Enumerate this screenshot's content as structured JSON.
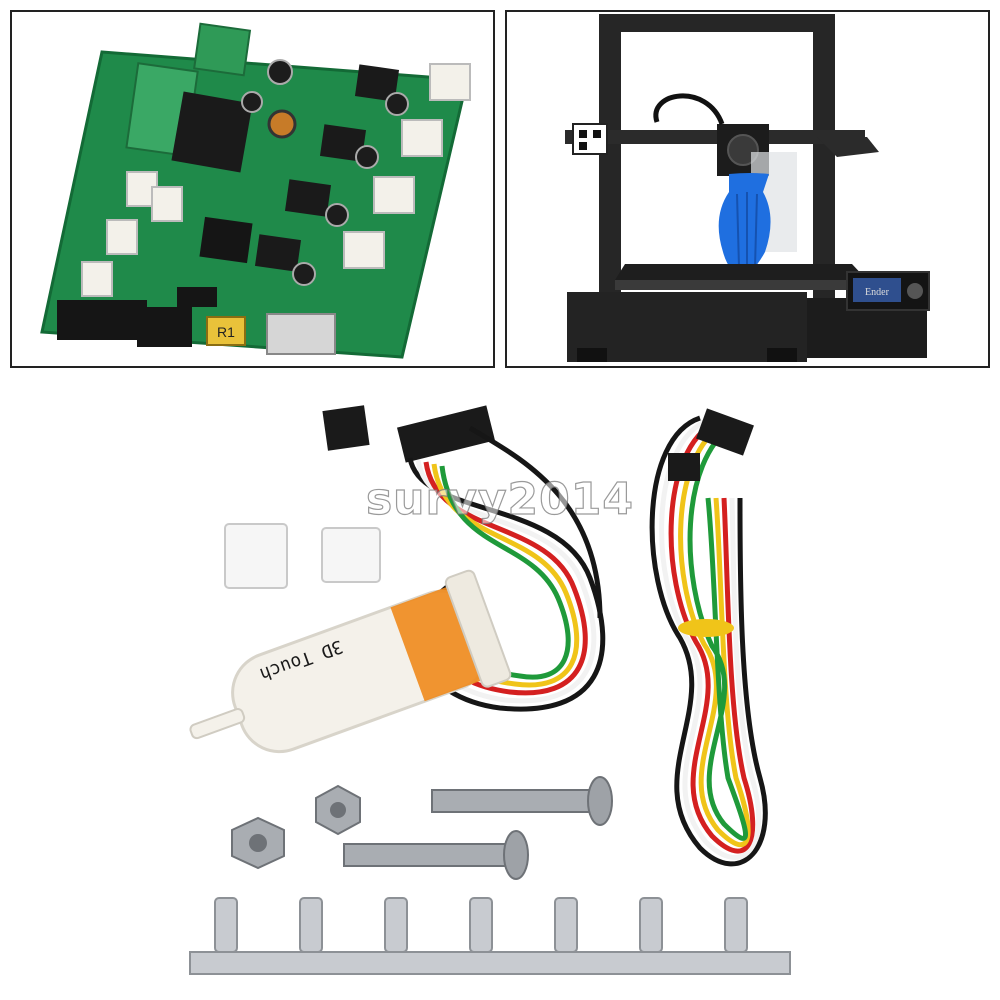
{
  "watermark": {
    "text": "survy2014"
  },
  "sensor": {
    "label": "3D Touch"
  },
  "printer": {
    "label": "Ender"
  },
  "board": {
    "label": "R1"
  },
  "colors": {
    "pcb_green": "#1f8a4a",
    "heatsink": "#1a1a1a",
    "frame": "#262626",
    "vase_blue": "#1f6fe0",
    "probe_orange": "#f08a1c",
    "probe_body": "#f4f1ea",
    "wire_black": "#161616",
    "wire_white": "#f2f2f2",
    "wire_red": "#d42020",
    "wire_yellow": "#f0c419",
    "wire_green": "#1f9a3a",
    "metal": "#a9adb2"
  }
}
